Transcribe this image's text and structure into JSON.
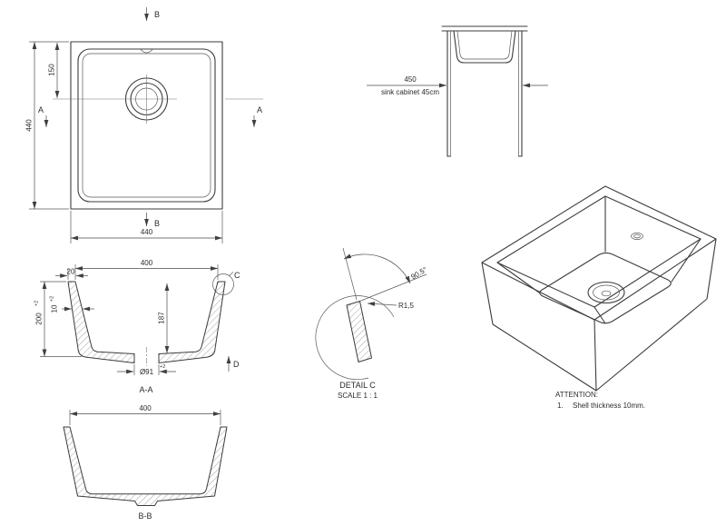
{
  "plan_view": {
    "dim_height": "440",
    "dim_width": "440",
    "dim_drain_offset": "150",
    "section_b_label": "B",
    "section_a_label": "A"
  },
  "cabinet_view": {
    "dim_width": "450",
    "caption": "sink cabinet 45cm"
  },
  "section_aa": {
    "title": "A-A",
    "dim_inner_width": "400",
    "dim_rim_width": "20",
    "dim_depth": "200",
    "dim_depth_tol": "+2",
    "dim_wall": "10",
    "dim_wall_tol": "+2",
    "dim_inner_depth": "187",
    "dim_drain_dia": "Ø91",
    "dim_drain_tol": "+2",
    "detail_label": "C",
    "view_label": "D"
  },
  "detail_c": {
    "radius_label": "R1,5",
    "angle_label": "90.5°",
    "title": "DETAIL C",
    "scale": "SCALE 1 : 1"
  },
  "section_bb": {
    "title": "B-B",
    "dim_inner_width": "400"
  },
  "attention": {
    "heading": "ATTENTION:",
    "item_no": "1.",
    "item_text": "Shell thickness 10mm."
  }
}
